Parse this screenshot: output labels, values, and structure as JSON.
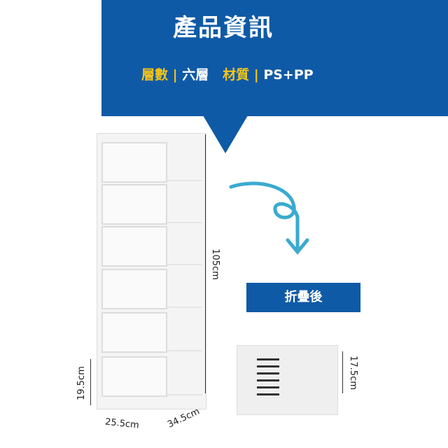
{
  "banner": {
    "title": "產品資訊",
    "layers_label": "層數",
    "layers_value": "六層",
    "material_label": "材質",
    "material_value": "PS+PP",
    "separator": "|"
  },
  "folded_label": "折疊後",
  "dimensions": {
    "height": "105cm",
    "drawer_height": "19.5cm",
    "width": "25.5cm",
    "depth": "34.5cm",
    "folded_height": "17.5cm"
  },
  "colors": {
    "brand_blue": "#0f5aa6",
    "highlight_yellow": "#f5c518",
    "arrow_teal": "#3aaad0"
  }
}
